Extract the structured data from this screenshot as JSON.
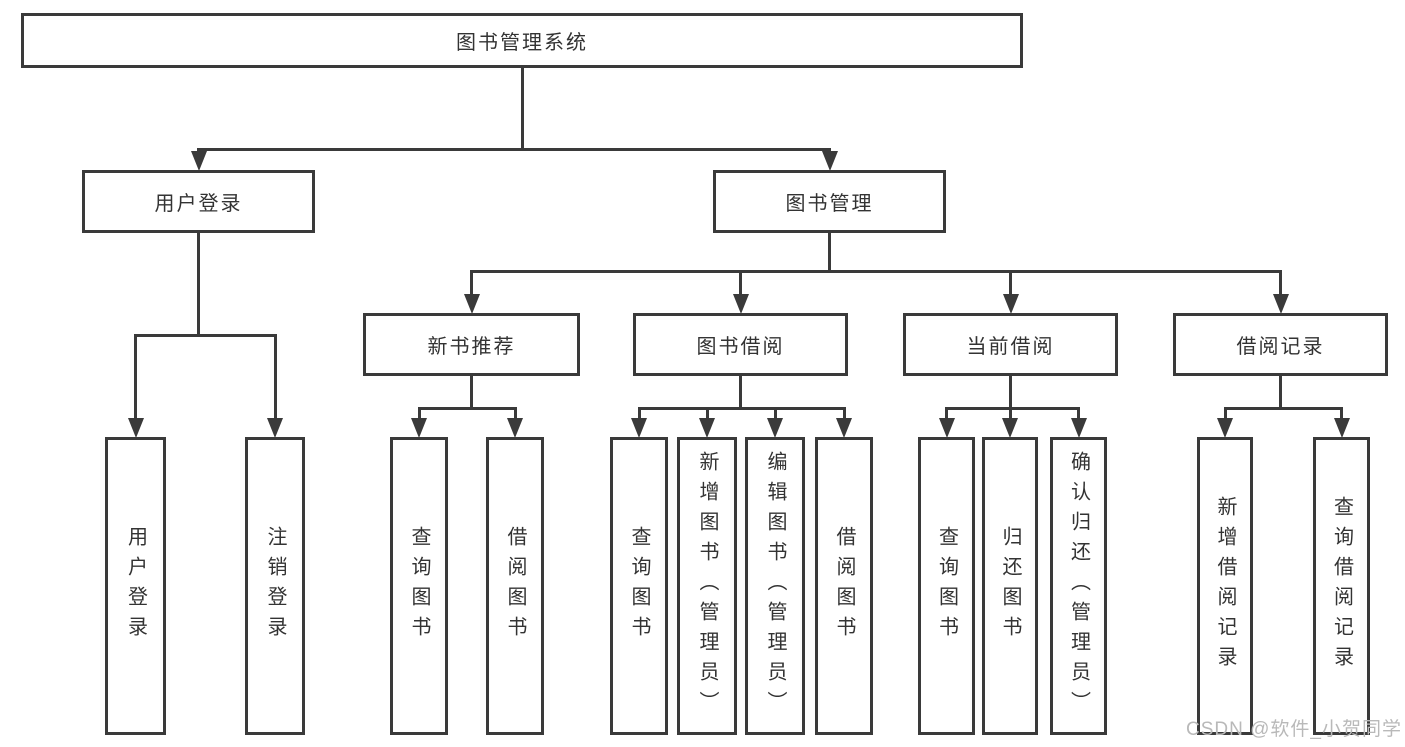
{
  "diagram_title": "图书管理系统",
  "tree": {
    "label": "图书管理系统",
    "children": [
      {
        "label": "用户登录",
        "children": [
          {
            "label": "用户登录"
          },
          {
            "label": "注销登录"
          }
        ]
      },
      {
        "label": "图书管理",
        "children": [
          {
            "label": "新书推荐",
            "children": [
              {
                "label": "查询图书"
              },
              {
                "label": "借阅图书"
              }
            ]
          },
          {
            "label": "图书借阅",
            "children": [
              {
                "label": "查询图书"
              },
              {
                "label": "新增图书（管理员）"
              },
              {
                "label": "编辑图书（管理员）"
              },
              {
                "label": "借阅图书"
              }
            ]
          },
          {
            "label": "当前借阅",
            "children": [
              {
                "label": "查询图书"
              },
              {
                "label": "归还图书"
              },
              {
                "label": "确认归还（管理员）"
              }
            ]
          },
          {
            "label": "借阅记录",
            "children": [
              {
                "label": "新增借阅记录"
              },
              {
                "label": "查询借阅记录"
              }
            ]
          }
        ]
      }
    ]
  },
  "watermark": {
    "text": "CSDN @软件_小贺同学"
  },
  "colors": {
    "line": "#3a3a3a",
    "text": "#333333",
    "box_fill": "#ffffff",
    "watermark": "#b9b9b9",
    "background": "#ffffff"
  }
}
